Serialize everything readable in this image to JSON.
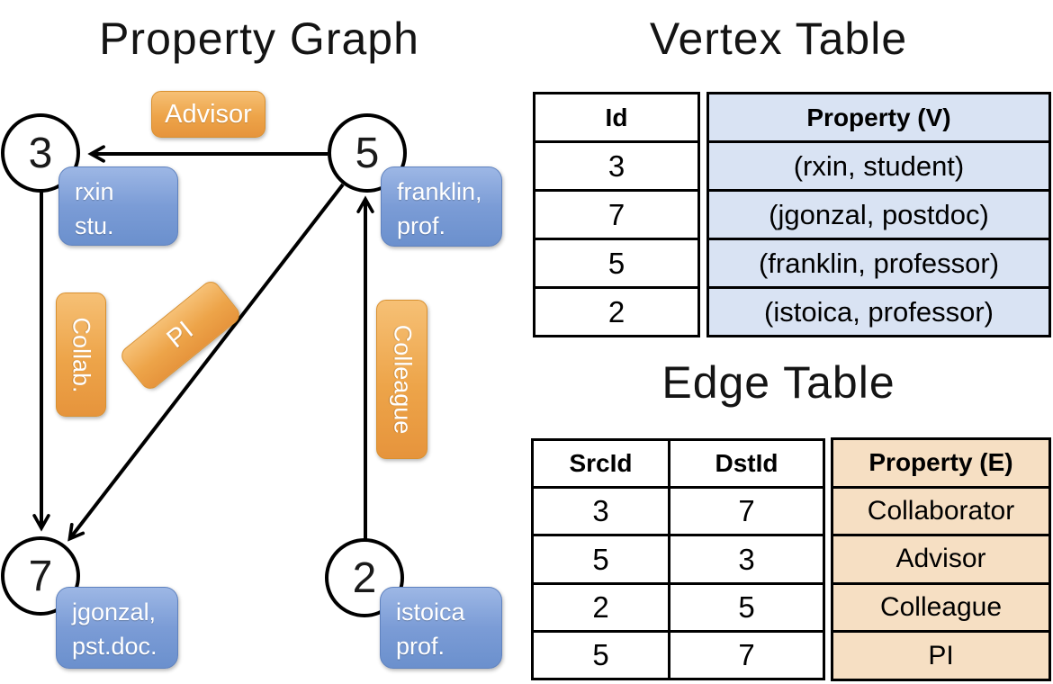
{
  "titles": {
    "graph": "Property Graph",
    "vertex_table": "Vertex Table",
    "edge_table": "Edge Table"
  },
  "graph": {
    "nodes": [
      {
        "id": "3",
        "tag_line1": "rxin",
        "tag_line2": "stu."
      },
      {
        "id": "5",
        "tag_line1": "franklin,",
        "tag_line2": "prof."
      },
      {
        "id": "7",
        "tag_line1": "jgonzal,",
        "tag_line2": "pst.doc."
      },
      {
        "id": "2",
        "tag_line1": "istoica",
        "tag_line2": "prof."
      }
    ],
    "edge_labels": {
      "advisor": "Advisor",
      "collab": "Collab.",
      "pi": "PI",
      "colleague": "Colleague"
    },
    "edges": [
      {
        "src": "5",
        "dst": "3",
        "label": "Advisor"
      },
      {
        "src": "3",
        "dst": "7",
        "label": "Collab."
      },
      {
        "src": "5",
        "dst": "7",
        "label": "PI"
      },
      {
        "src": "2",
        "dst": "5",
        "label": "Colleague"
      }
    ]
  },
  "vertex_table": {
    "columns": [
      "Id",
      "Property (V)"
    ],
    "rows": [
      [
        "3",
        "(rxin, student)"
      ],
      [
        "7",
        "(jgonzal, postdoc)"
      ],
      [
        "5",
        "(franklin, professor)"
      ],
      [
        "2",
        "(istoica, professor)"
      ]
    ]
  },
  "edge_table": {
    "columns": [
      "SrcId",
      "DstId",
      "Property (E)"
    ],
    "rows": [
      [
        "3",
        "7",
        "Collaborator"
      ],
      [
        "5",
        "3",
        "Advisor"
      ],
      [
        "2",
        "5",
        "Colleague"
      ],
      [
        "5",
        "7",
        "PI"
      ]
    ]
  },
  "colors": {
    "edge_label_orange": "#eda449",
    "vertex_card_blue": "#7b9cd6",
    "vertex_property_cell": "#d9e3f3",
    "edge_property_cell": "#f6dfc3",
    "line_black": "#000000"
  }
}
